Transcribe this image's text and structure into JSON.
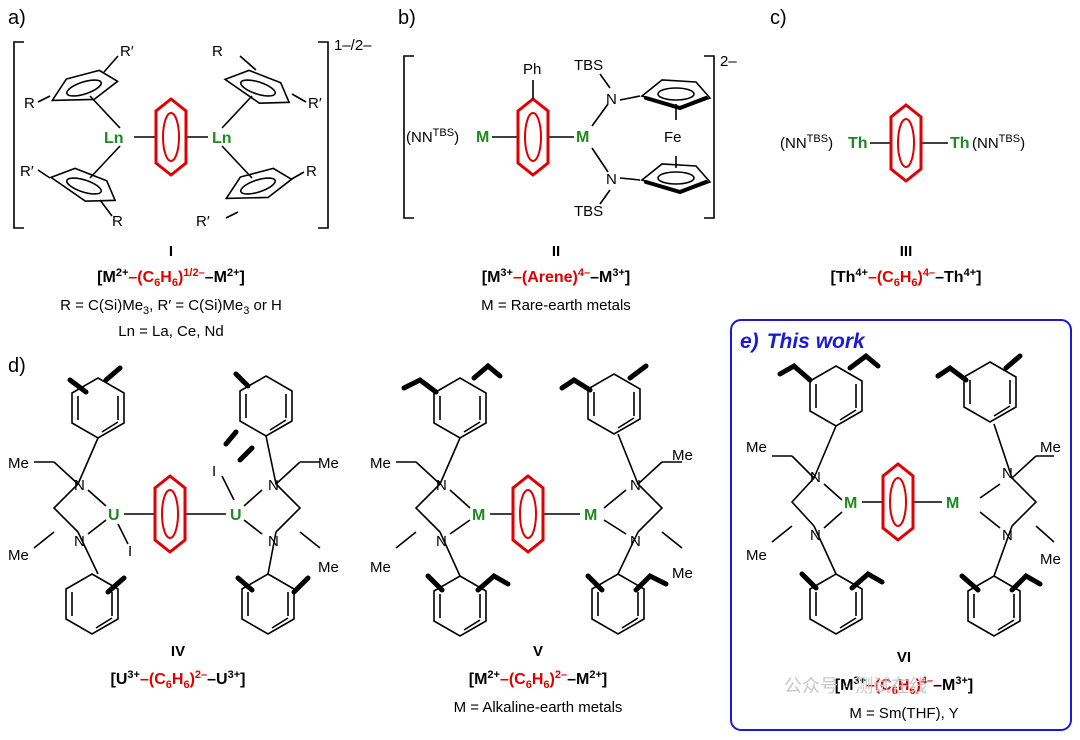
{
  "panels": {
    "a": "a)",
    "b": "b)",
    "c": "c)",
    "d": "d)",
    "e_letter": "e)",
    "e_title": "This work"
  },
  "a": {
    "charge": "1–/2–",
    "subst": {
      "R": "R",
      "Rp": "R′"
    },
    "metal": "Ln",
    "roman": "I",
    "formula": {
      "l": "[M",
      "l_sup": "2+",
      "mid": "–(C",
      "mid_sub1": "6",
      "mid2": "H",
      "mid_sub2": "6",
      "mid3": ")",
      "mid_sup": "1/2–",
      "r": "–M",
      "r_sup": "2+",
      "end": "]"
    },
    "note1": {
      "a": "R = C(Si)Me",
      "a_sub": "3",
      "b": ", R′ = C(Si)Me",
      "b_sub": "3",
      "c": " or H"
    },
    "note2": "Ln = La, Ce, Nd"
  },
  "b": {
    "charge": "2–",
    "ph": "Ph",
    "tbs": "TBS",
    "n": "N",
    "fe": "Fe",
    "ligand_l": "(NN",
    "ligand_sup": "TBS",
    "ligand_r": ")",
    "metal": "M",
    "roman": "II",
    "formula": {
      "l": "[M",
      "l_sup": "3+",
      "mid": "–(Arene)",
      "mid_sup": "4–",
      "r": "–M",
      "r_sup": "3+",
      "end": "]"
    },
    "note": "M = Rare-earth metals"
  },
  "c": {
    "ligand_l": "(NN",
    "ligand_sup": "TBS",
    "ligand_r": ")",
    "metal": "Th",
    "roman": "III",
    "formula": {
      "l": "[Th",
      "l_sup": "4+",
      "mid": "–(C",
      "s1": "6",
      "mid2": "H",
      "s2": "6",
      "mid3": ")",
      "mid_sup": "4–",
      "r": "–Th",
      "r_sup": "4+",
      "end": "]"
    }
  },
  "d": {
    "me": "Me",
    "n": "N",
    "i": "I",
    "metal_u": "U",
    "metal_m": "M",
    "roman_iv": "IV",
    "roman_v": "V",
    "formula_iv": {
      "l": "[U",
      "l_sup": "3+",
      "mid": "–(C",
      "s1": "6",
      "mid2": "H",
      "s2": "6",
      "mid3": ")",
      "mid_sup": "2–",
      "r": "–U",
      "r_sup": "3+",
      "end": "]"
    },
    "formula_v": {
      "l": "[M",
      "l_sup": "2+",
      "mid": "–(C",
      "s1": "6",
      "mid2": "H",
      "s2": "6",
      "mid3": ")",
      "mid_sup": "2–",
      "r": "–M",
      "r_sup": "2+",
      "end": "]"
    },
    "note_v": "M = Alkaline-earth metals"
  },
  "e": {
    "roman": "VI",
    "formula": {
      "l": "[M",
      "l_sup": "3+",
      "mid": "–(C",
      "s1": "6",
      "mid2": "H",
      "s2": "6",
      "mid3": ")",
      "mid_sup": "4–",
      "r": "–M",
      "r_sup": "3+",
      "end": "]"
    },
    "note": "M = Sm(THF), Y"
  },
  "watermark": "公众号 · 测试在线",
  "colors": {
    "metal": "#1e8a1e",
    "arene": "#e00000",
    "box": "#1a1ad6"
  }
}
